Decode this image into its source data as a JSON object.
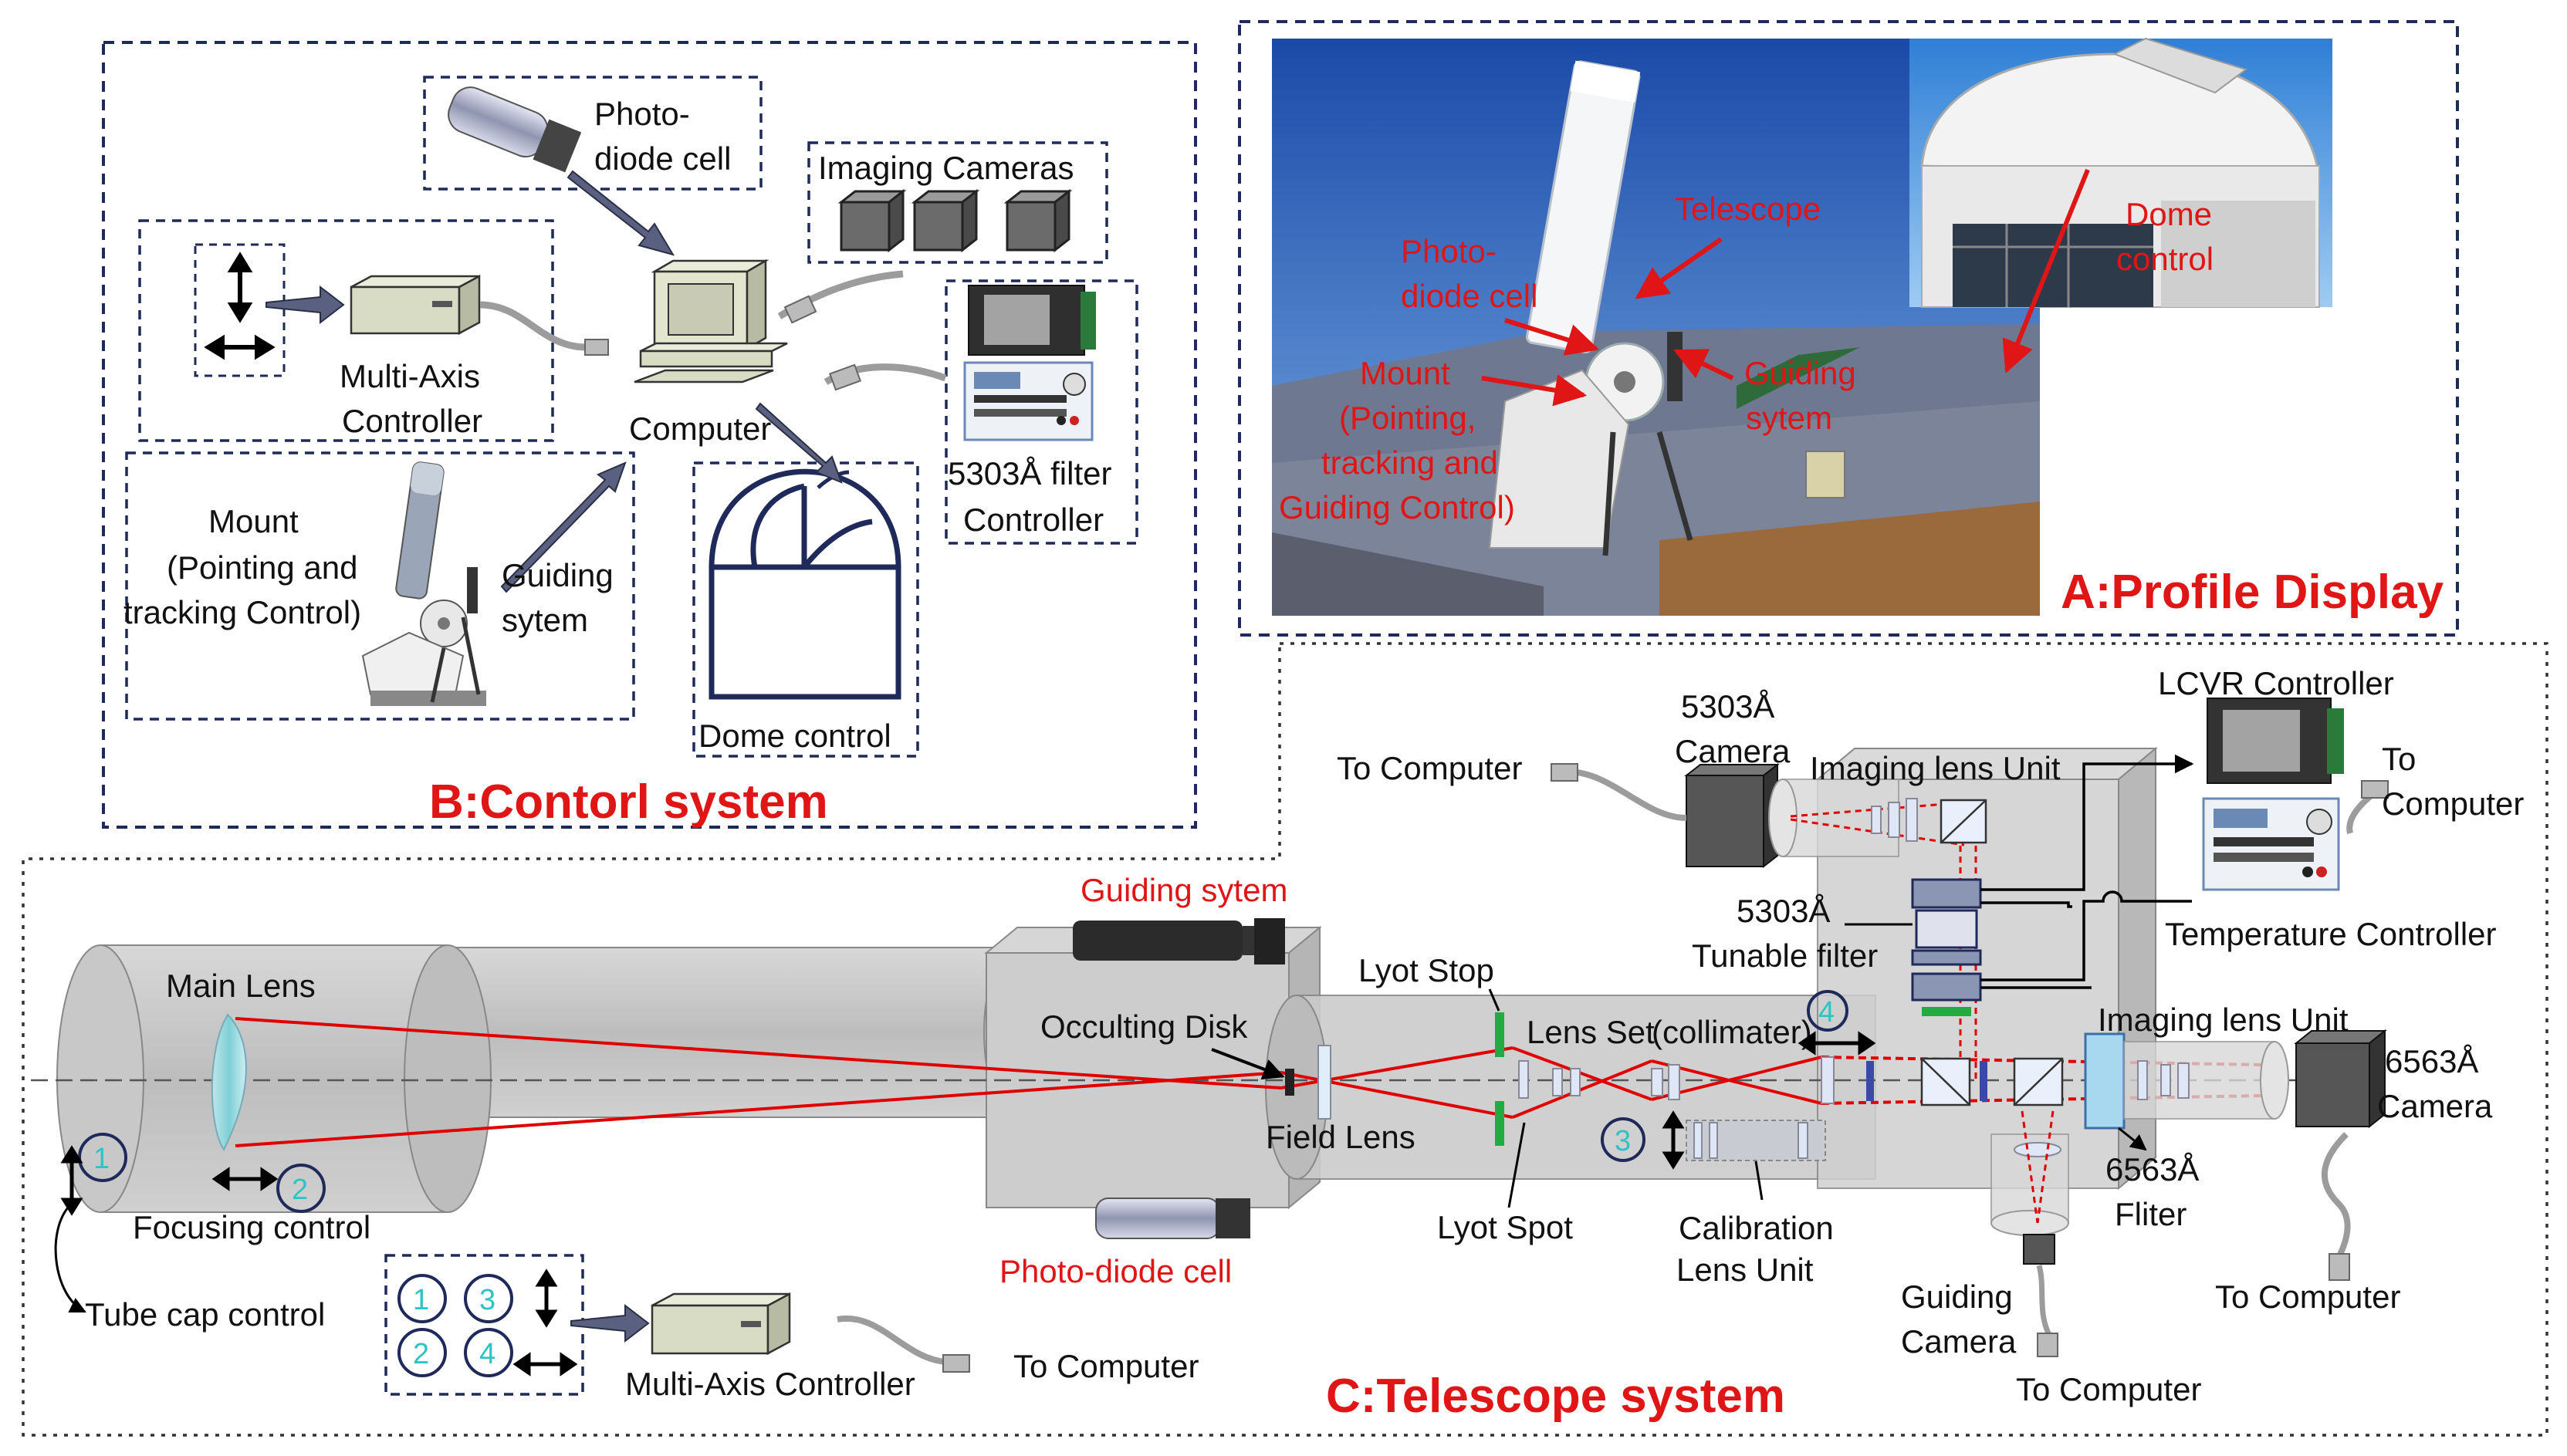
{
  "colors": {
    "accent_red": "#e01515",
    "beam_red": "#e00000",
    "panel_border": "#1f2a5a",
    "num_circle_text": "#2ec4c4",
    "gray_body": "#cfcfcf"
  },
  "panels": {
    "A": {
      "title": "A:Profile Display",
      "labels": {
        "telescope": "Telescope",
        "photo_diode_cell": "Photo-diode cell",
        "mount": "Mount (Pointing, tracking and Guiding Control)",
        "guiding_system": "Guiding sytem",
        "dome_control": "Dome control"
      }
    },
    "B": {
      "title": "B:Contorl system",
      "labels": {
        "photo_diode_cell": "Photo-diode cell",
        "imaging_cameras": "Imaging Cameras",
        "multi_axis_controller": "Multi-Axis Controller",
        "computer": "Computer",
        "filter_controller": "5303Å filter Controller",
        "mount": "Mount (Pointing and tracking Control)",
        "guiding_system": "Guiding sytem",
        "dome_control": "Dome control"
      }
    },
    "C": {
      "title": "C:Telescope system",
      "labels": {
        "main_lens": "Main Lens",
        "focusing_control": "Focusing control",
        "tube_cap_control": "Tube cap control",
        "guiding_system": "Guiding sytem",
        "occulting_disk": "Occulting Disk",
        "field_lens": "Field Lens",
        "photo_diode_cell": "Photo-diode cell",
        "lyot_stop": "Lyot Stop",
        "lens_set": "Lens Set",
        "lens_set_note": "(collimater)",
        "lyot_spot": "Lyot Spot",
        "calibration_lens_unit": "Calibration Lens Unit",
        "camera_5303": "5303Å Camera",
        "imaging_lens_unit_top": "Imaging lens Unit",
        "tunable_filter": "5303Å Tunable filter",
        "lcvr_controller": "LCVR Controller",
        "temperature_controller": "Temperature Controller",
        "imaging_lens_unit_bottom": "Imaging lens Unit",
        "camera_6563": "6563Å Camera",
        "filter_6563": "6563Å Fliter",
        "guiding_camera": "Guiding Camera",
        "to_computer": "To Computer",
        "multi_axis_controller": "Multi-Axis Controller",
        "numbers": [
          "1",
          "2",
          "3",
          "4"
        ]
      }
    }
  },
  "icons": [
    "computer-icon",
    "camera-cube-icon",
    "controller-box-icon",
    "dome-icon",
    "telescope-icon",
    "usb-cable-icon",
    "photodiode-icon",
    "arrow-icon"
  ]
}
